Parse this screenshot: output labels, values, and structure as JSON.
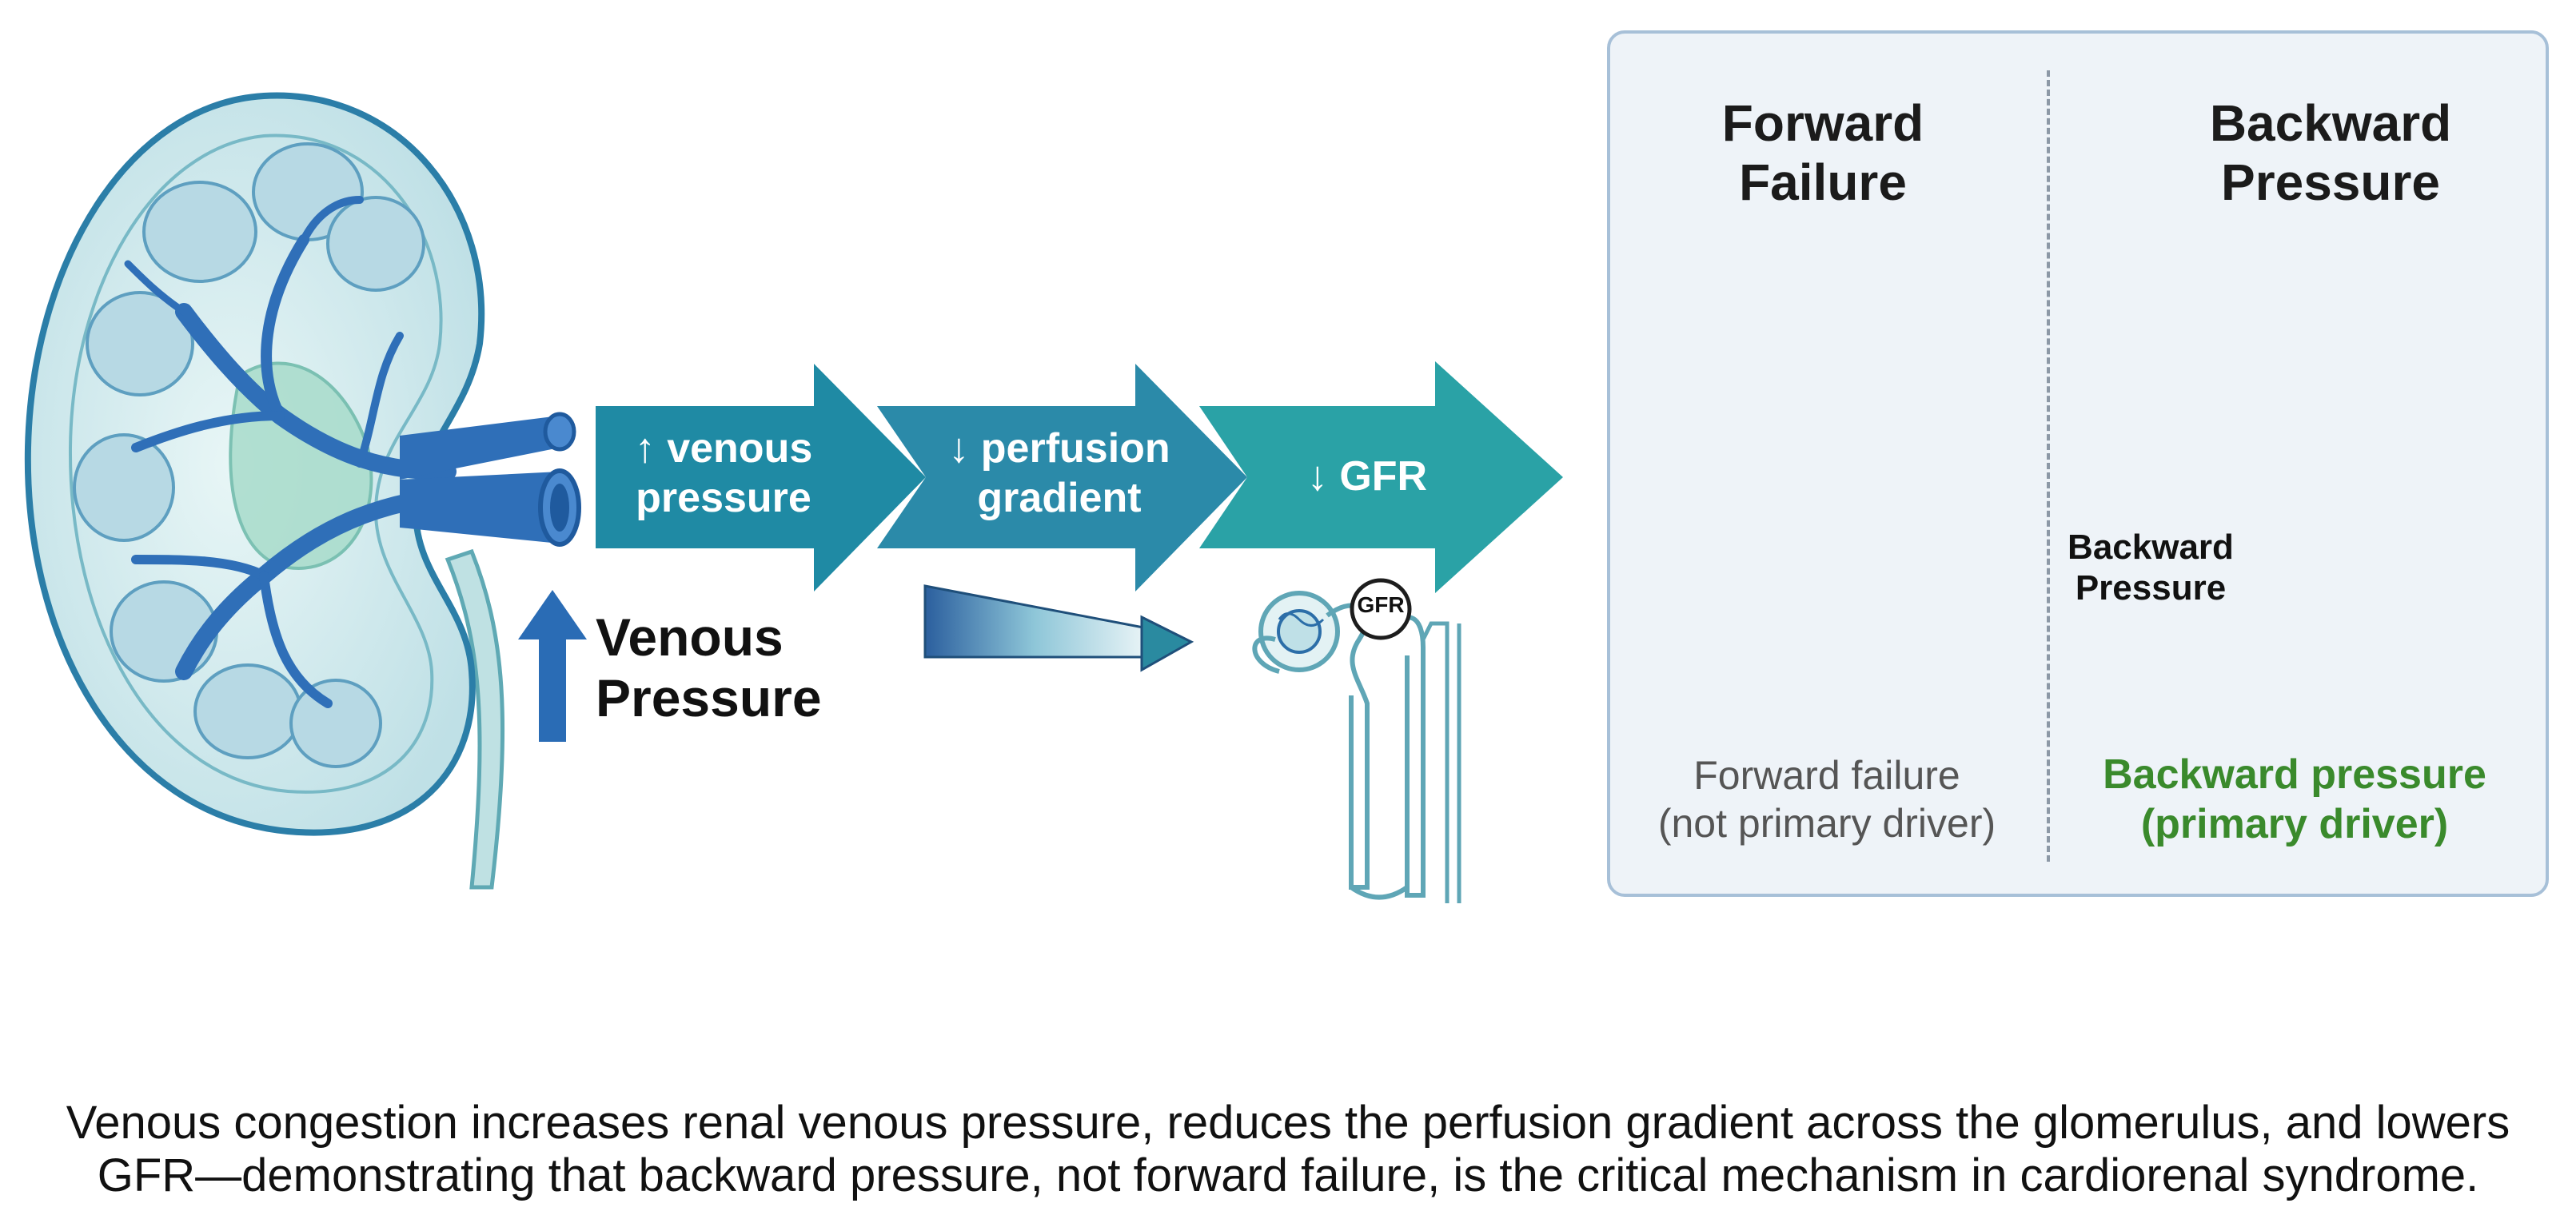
{
  "colors": {
    "vein": "#2f6fb8",
    "kidney_fill": "#d6ecef",
    "kidney_outline": "#2b7ea8",
    "arrow_1": "#1f8aa4",
    "arrow_2": "#2a8aa8",
    "arrow_3": "#2aa3a6",
    "cross": "#d0302e",
    "check": "#3a9a35",
    "highlight_text": "#3a8a2c",
    "muted_text": "#555555"
  },
  "kidney_left": {
    "up_label_line1": "Venous",
    "up_label_line2": "Pressure"
  },
  "flow": {
    "step1_line1": "↑ venous",
    "step1_line2": "pressure",
    "step2_line1": "↓ perfusion",
    "step2_line2": "gradient",
    "step3": "↓ GFR",
    "nephron_badge": "GFR"
  },
  "panel": {
    "left_title_line1": "Forward",
    "left_title_line2": "Failure",
    "right_title_line1": "Backward",
    "right_title_line2": "Pressure",
    "arrow_label_line1": "Backward",
    "arrow_label_line2": "Pressure",
    "left_caption_line1": "Forward failure",
    "left_caption_line2": "(not primary driver)",
    "right_caption_line1": "Backward pressure",
    "right_caption_line2": "(primary driver)"
  },
  "caption": {
    "line1": "Venous congestion increases renal venous pressure, reduces the perfusion gradient across the glomerulus, and lowers",
    "line2": "GFR—demonstrating that backward pressure, not forward failure, is the critical mechanism in cardiorenal syndrome."
  }
}
